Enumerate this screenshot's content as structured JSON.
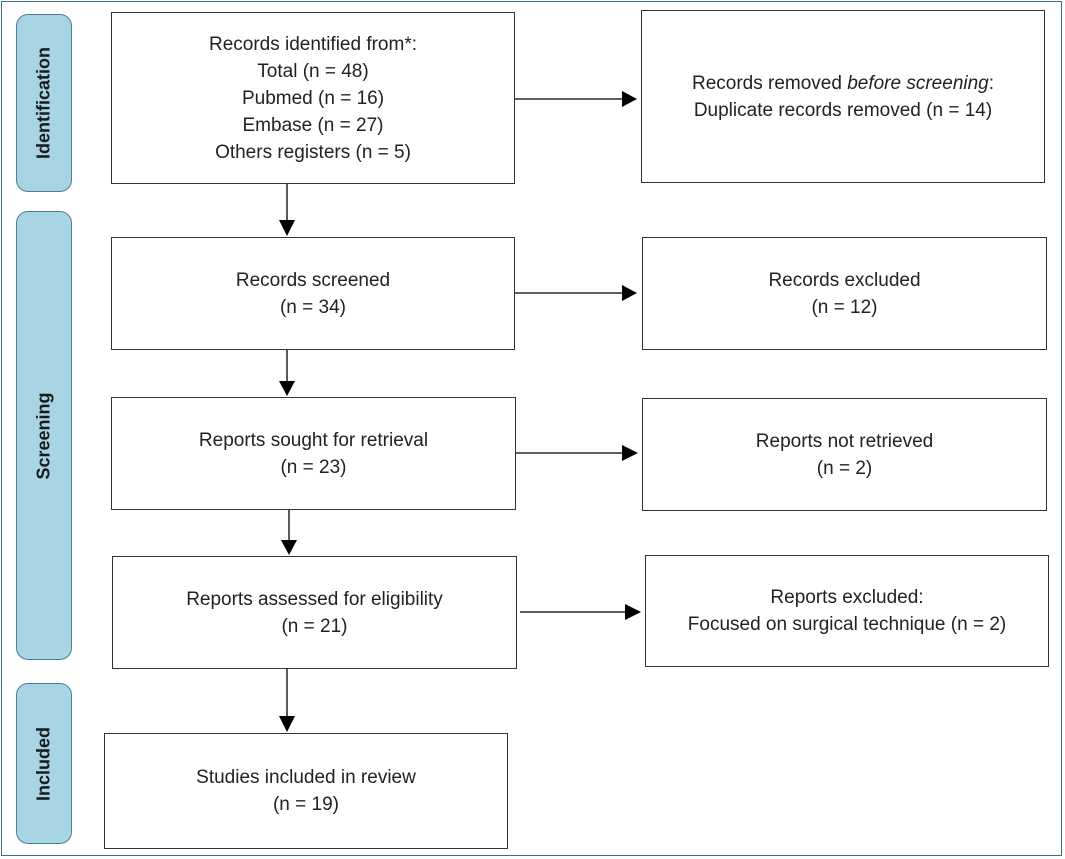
{
  "phases": {
    "identification": "Identification",
    "screening": "Screening",
    "included": "Included"
  },
  "boxes": {
    "identified": {
      "line1": "Records identified from*:",
      "line2": "Total (n = 48)",
      "line3": "Pubmed (n = 16)",
      "line4": "Embase (n = 27)",
      "line5": "Others registers (n = 5)"
    },
    "removed": {
      "line1_pre": "Records removed ",
      "line1_em": "before screening",
      "line1_post": ":",
      "line2": "Duplicate records removed  (n = 14)"
    },
    "screened": {
      "line1": "Records screened",
      "line2": "(n = 34)"
    },
    "excluded": {
      "line1": "Records excluded",
      "line2": "(n = 12)"
    },
    "sought": {
      "line1": "Reports sought for retrieval",
      "line2": "(n = 23)"
    },
    "not_retrieved": {
      "line1": "Reports not retrieved",
      "line2": "(n = 2)"
    },
    "assessed": {
      "line1": "Reports assessed for eligibility",
      "line2": "(n = 21)"
    },
    "reports_excluded": {
      "line1": "Reports excluded:",
      "line2": "Focused on surgical technique (n = 2)"
    },
    "included": {
      "line1": "Studies included in review",
      "line2": "(n = 19)"
    }
  }
}
